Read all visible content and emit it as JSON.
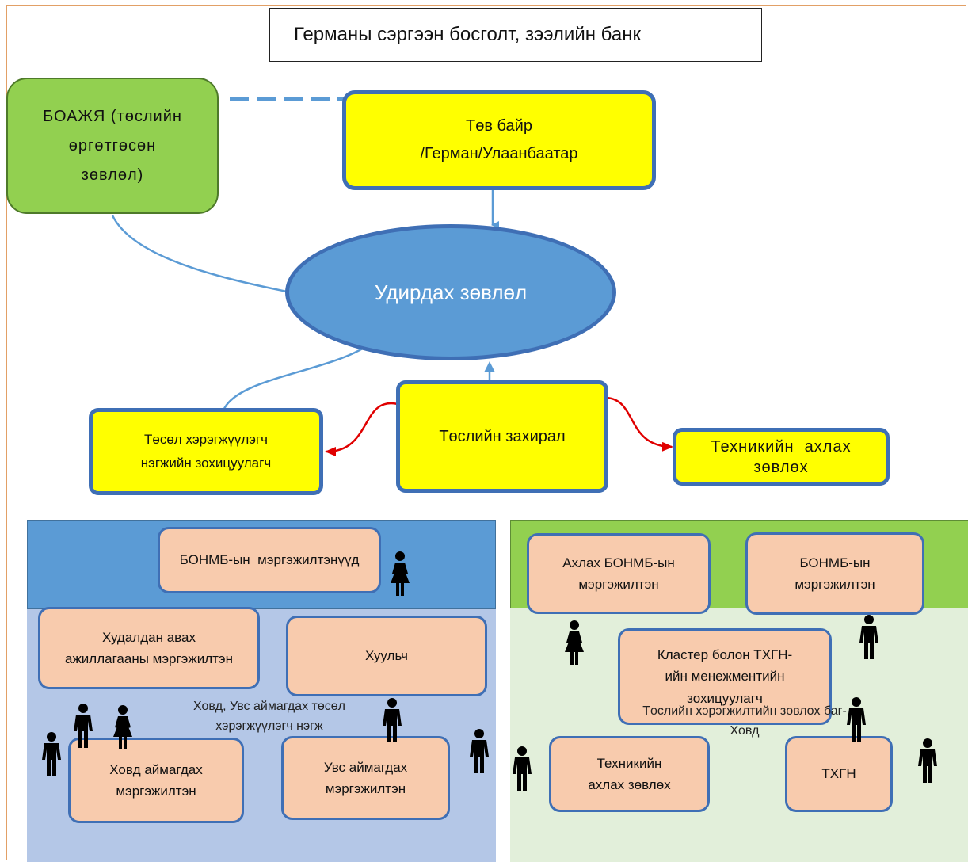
{
  "diagram": {
    "title": "Германы сэргээн босголт, зээлийн банк",
    "ministry": {
      "line1": "БОАЖЯ (төслийн",
      "line2": "өргөтгөсөн",
      "line3": "зөвлөл)"
    },
    "headquarters": {
      "line1": "Төв байр",
      "line2": "/Герман/Улаанбаатар"
    },
    "steering_committee": "Удирдах зөвлөл",
    "implementation_coordinator": {
      "line1": "Төсөл хэрэгжүүлэгч",
      "line2": "нэгжийн зохицуулагч"
    },
    "project_director": "Төслийн захирал",
    "technical_advisor": {
      "line1": "Техникийн  ахлах",
      "line2": "зөвлөх"
    },
    "left_team": {
      "bonmb_specialists": "БОНМБ-ын  мэргэжилтэнүүд",
      "procurement": {
        "line1": "Худалдан авах",
        "line2": "ажиллагааны мэргэжилтэн"
      },
      "lawyer": "Хуульч",
      "unit_caption": {
        "line1": "Ховд, Увс аймагдах төсөл",
        "line2": "хэрэгжүүлэгч нэгж"
      },
      "khovd_specialist": {
        "line1": "Ховд аймагдах",
        "line2": "мэргэжилтэн"
      },
      "uvs_specialist": {
        "line1": "Увс аймагдах",
        "line2": "мэргэжилтэн"
      }
    },
    "right_team": {
      "senior_bonmb": {
        "line1": "Ахлах БОНМБ-ын",
        "line2": "мэргэжилтэн"
      },
      "bonmb_specialist": {
        "line1": "БОНМБ-ын",
        "line2": "мэргэжилтэн"
      },
      "cluster_coordinator": {
        "line1": "Кластер болон ТХГН-",
        "line2": "ийн менежментийн",
        "line3": "зохицуулагч"
      },
      "consultant_caption": {
        "line1": "Төслийн хэрэгжилтийн зөвлөх баг-",
        "line2": "Ховд"
      },
      "technical_senior": {
        "line1": "Техникийн",
        "line2": "ахлах зөвлөх"
      },
      "pa": "ТХГН"
    },
    "colors": {
      "yellow": "#ffff00",
      "blue_border": "#3f6fb5",
      "blue_fill": "#5b9bd5",
      "green_fill": "#92d050",
      "peach_fill": "#f8cbad",
      "red_arrow": "#e00000"
    },
    "icons": {
      "male": "male-person-icon",
      "female": "female-person-icon"
    }
  }
}
